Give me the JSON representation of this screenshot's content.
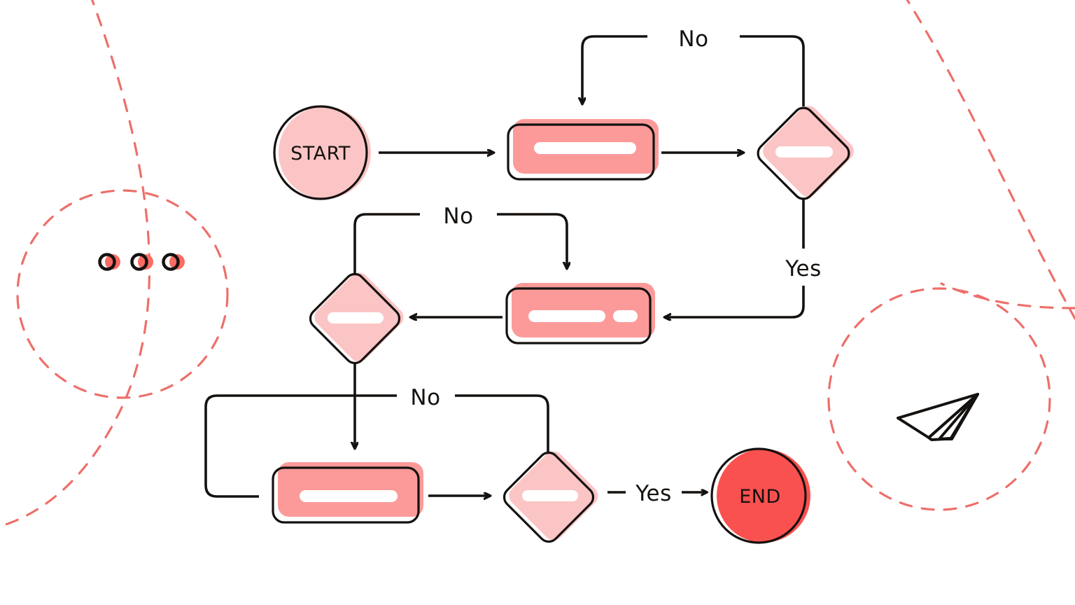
{
  "diagram": {
    "title": "Flowchart",
    "background": "#ffffff",
    "palette": {
      "outline": "#14110f",
      "process_fill": "#fc9a9a",
      "decision_fill": "#fcc5c5",
      "start_fill": "#fcc5c5",
      "end_fill": "#f9514f",
      "dashed_accent": "#ed6f6a",
      "dot_accent": "#fa6b63",
      "bar_fill": "#ffffff"
    },
    "nodes": [
      {
        "id": "start",
        "type": "terminator-start",
        "label": "START",
        "shape": "circle",
        "fill": "#fcc5c5"
      },
      {
        "id": "process-1",
        "type": "process",
        "label": "",
        "shape": "rounded-rect",
        "fill": "#fc9a9a",
        "bars": 1
      },
      {
        "id": "decision-1",
        "type": "decision",
        "label": "",
        "shape": "diamond",
        "fill": "#fcc5c5",
        "bars": 1
      },
      {
        "id": "process-2",
        "type": "process",
        "label": "",
        "shape": "rounded-rect",
        "fill": "#fc9a9a",
        "bars": 2
      },
      {
        "id": "decision-2",
        "type": "decision",
        "label": "",
        "shape": "diamond",
        "fill": "#fcc5c5",
        "bars": 1
      },
      {
        "id": "process-3",
        "type": "process",
        "label": "",
        "shape": "rounded-rect",
        "fill": "#fc9a9a",
        "bars": 1
      },
      {
        "id": "decision-3",
        "type": "decision",
        "label": "",
        "shape": "diamond",
        "fill": "#fcc5c5",
        "bars": 1
      },
      {
        "id": "end",
        "type": "terminator-end",
        "label": "END",
        "shape": "circle",
        "fill": "#f9514f"
      }
    ],
    "edge_labels": {
      "no_top": "No",
      "yes_right": "Yes",
      "no_middle": "No",
      "no_bottom": "No",
      "yes_end": "Yes"
    },
    "decorations": [
      {
        "name": "three-dots",
        "count": 3
      },
      {
        "name": "paper-plane-icon"
      },
      {
        "name": "dashed-circle-left"
      },
      {
        "name": "dashed-circle-right"
      },
      {
        "name": "dashed-sweep-left"
      },
      {
        "name": "dashed-sweep-right"
      }
    ]
  }
}
